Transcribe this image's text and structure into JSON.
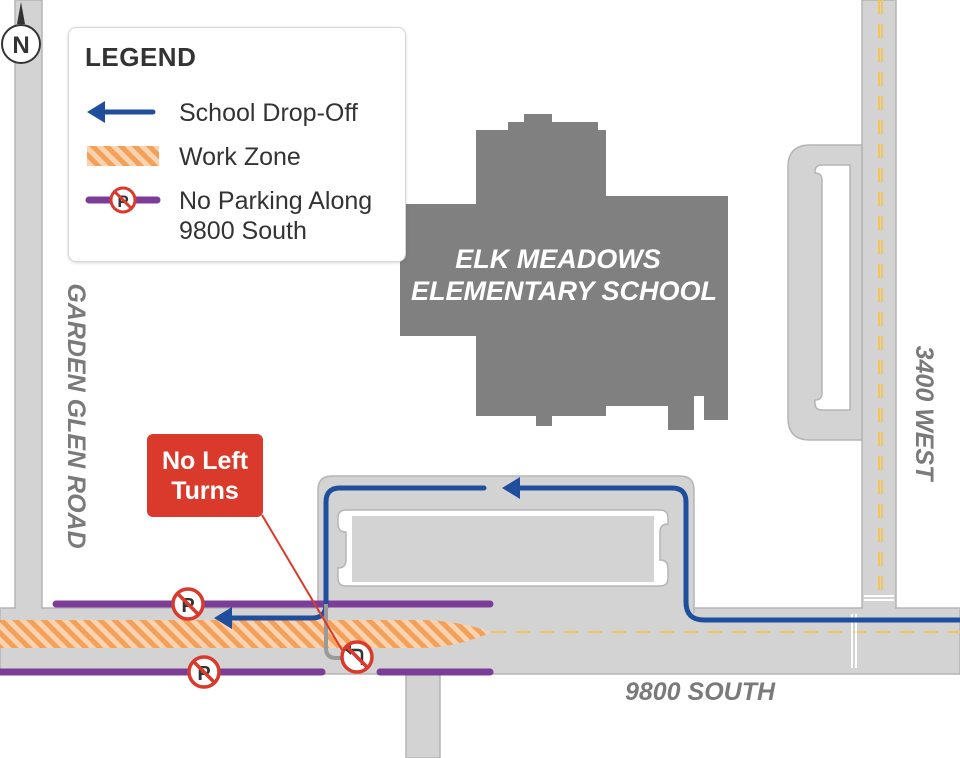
{
  "legend": {
    "title": "LEGEND",
    "items": [
      {
        "icon": "blue-arrow-left-icon",
        "label": "School Drop-Off"
      },
      {
        "icon": "orange-hatch-icon",
        "label": "Work Zone"
      },
      {
        "icon": "no-parking-line-icon",
        "label_line1": "No Parking Along",
        "label_line2": "9800 South"
      }
    ]
  },
  "labels": {
    "school_line1": "ELK MEADOWS",
    "school_line2": "ELEMENTARY SCHOOL",
    "road_west": "GARDEN GLEN ROAD",
    "road_east": "3400 WEST",
    "road_south": "9800 SOUTH"
  },
  "callout": {
    "line1": "No Left",
    "line2": "Turns"
  },
  "compass": {
    "letter": "N"
  },
  "no_parking_sign": {
    "letter": "P"
  },
  "colors": {
    "road": "#d3d3d3",
    "road_edge": "#b5b5b5",
    "building": "#808080",
    "drop_off": "#1f4e9c",
    "work_zone": "#f2a05a",
    "no_parking": "#7d3c98",
    "no_sign": "#d93a2b",
    "callout": "#d93a2b",
    "center_line": "#f2c45c"
  }
}
